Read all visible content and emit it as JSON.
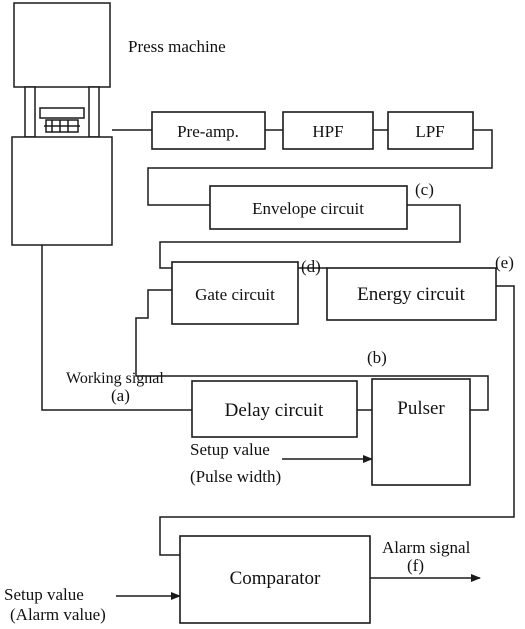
{
  "machine_label": "Press machine",
  "blocks": {
    "preamp": "Pre-amp.",
    "hpf": "HPF",
    "lpf": "LPF",
    "envelope": "Envelope circuit",
    "gate": "Gate circuit",
    "energy": "Energy circuit",
    "delay": "Delay circuit",
    "pulser": "Pulser",
    "comparator": "Comparator"
  },
  "markers": {
    "a": "(a)",
    "b": "(b)",
    "c": "(c)",
    "d": "(d)",
    "e": "(e)",
    "f": "(f)"
  },
  "signals": {
    "working": "Working signal",
    "setup_pulse_line1": "Setup value",
    "setup_pulse_line2": "(Pulse width)",
    "setup_alarm_line1": "Setup value",
    "setup_alarm_line2": "(Alarm value)",
    "alarm": "Alarm signal"
  }
}
